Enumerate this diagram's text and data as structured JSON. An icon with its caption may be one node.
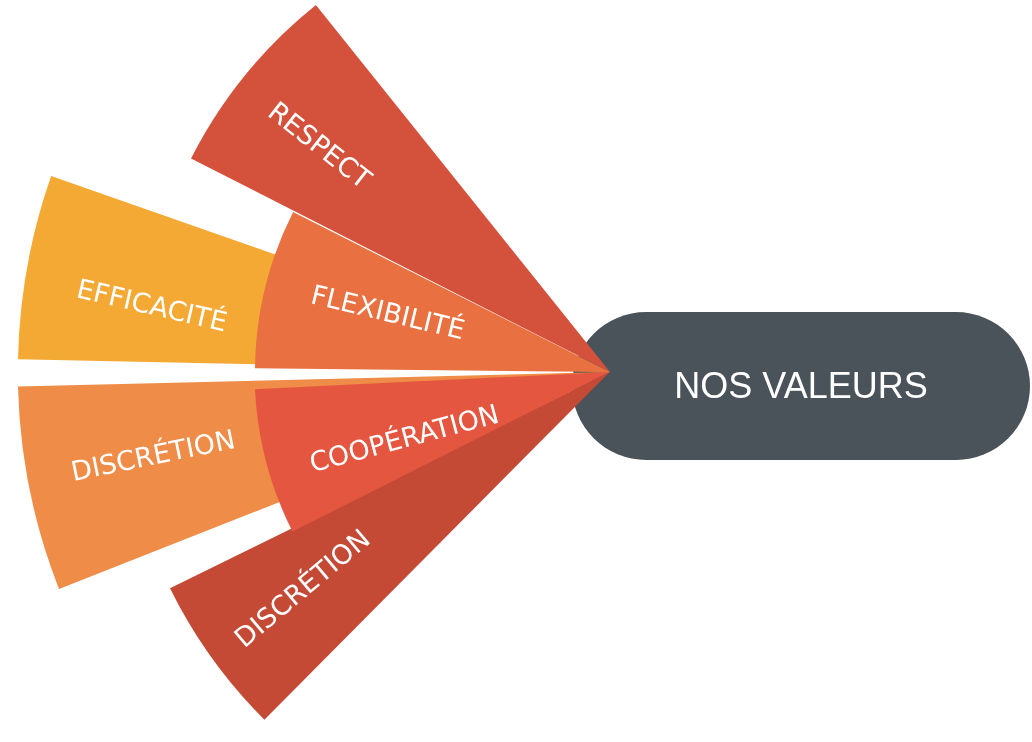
{
  "diagram": {
    "nodes": [
      {
        "text": [
          "RESPECT"
        ]
      },
      {
        "text": [
          "EFFICACITÉ"
        ]
      },
      {
        "text": [
          "FLEXIBILITÉ"
        ]
      },
      {
        "text": [
          "DISCRÉTION"
        ]
      },
      {
        "text": [
          "COOPÉRATION"
        ]
      },
      {
        "text": [
          "DISCRÉTION"
        ]
      },
      {
        "text": [
          "NOS VALEURS"
        ]
      }
    ]
  }
}
